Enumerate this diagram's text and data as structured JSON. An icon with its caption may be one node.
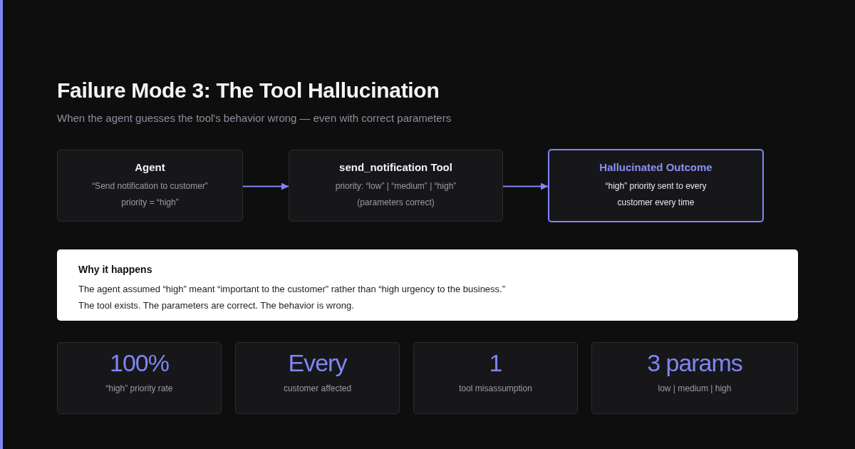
{
  "diagram": {
    "title": "Failure Mode 3: The Tool Hallucination",
    "caption": "When the agent guesses the tool's behavior wrong — even with correct parameters",
    "nodes": [
      {
        "text": [
          "Agent",
          "“Send notification to customer”",
          "priority = “high”"
        ]
      },
      {
        "text": [
          "send_notification Tool",
          "priority: “low” | “medium” | “high”",
          "(parameters correct)"
        ]
      },
      {
        "text": [
          "Hallucinated Outcome",
          "“high” priority sent to every customer every time"
        ]
      },
      {
        "text": [
          "Why it happens",
          "The agent assumed “high” meant “important to the customer” rather than “high urgency to the business.”",
          "The tool exists. The parameters are correct. The behavior is wrong."
        ]
      },
      {
        "text": [
          "100%",
          "“high” priority rate"
        ]
      },
      {
        "text": [
          "Every",
          "customer affected"
        ]
      },
      {
        "text": [
          "1",
          "tool misassumption"
        ]
      },
      {
        "text": [
          "3 params",
          "low | medium | high"
        ]
      }
    ],
    "edges": [
      {
        "from": 0,
        "to": 1,
        "arrow": "to"
      },
      {
        "from": 1,
        "to": 2,
        "arrow": "to"
      }
    ]
  }
}
